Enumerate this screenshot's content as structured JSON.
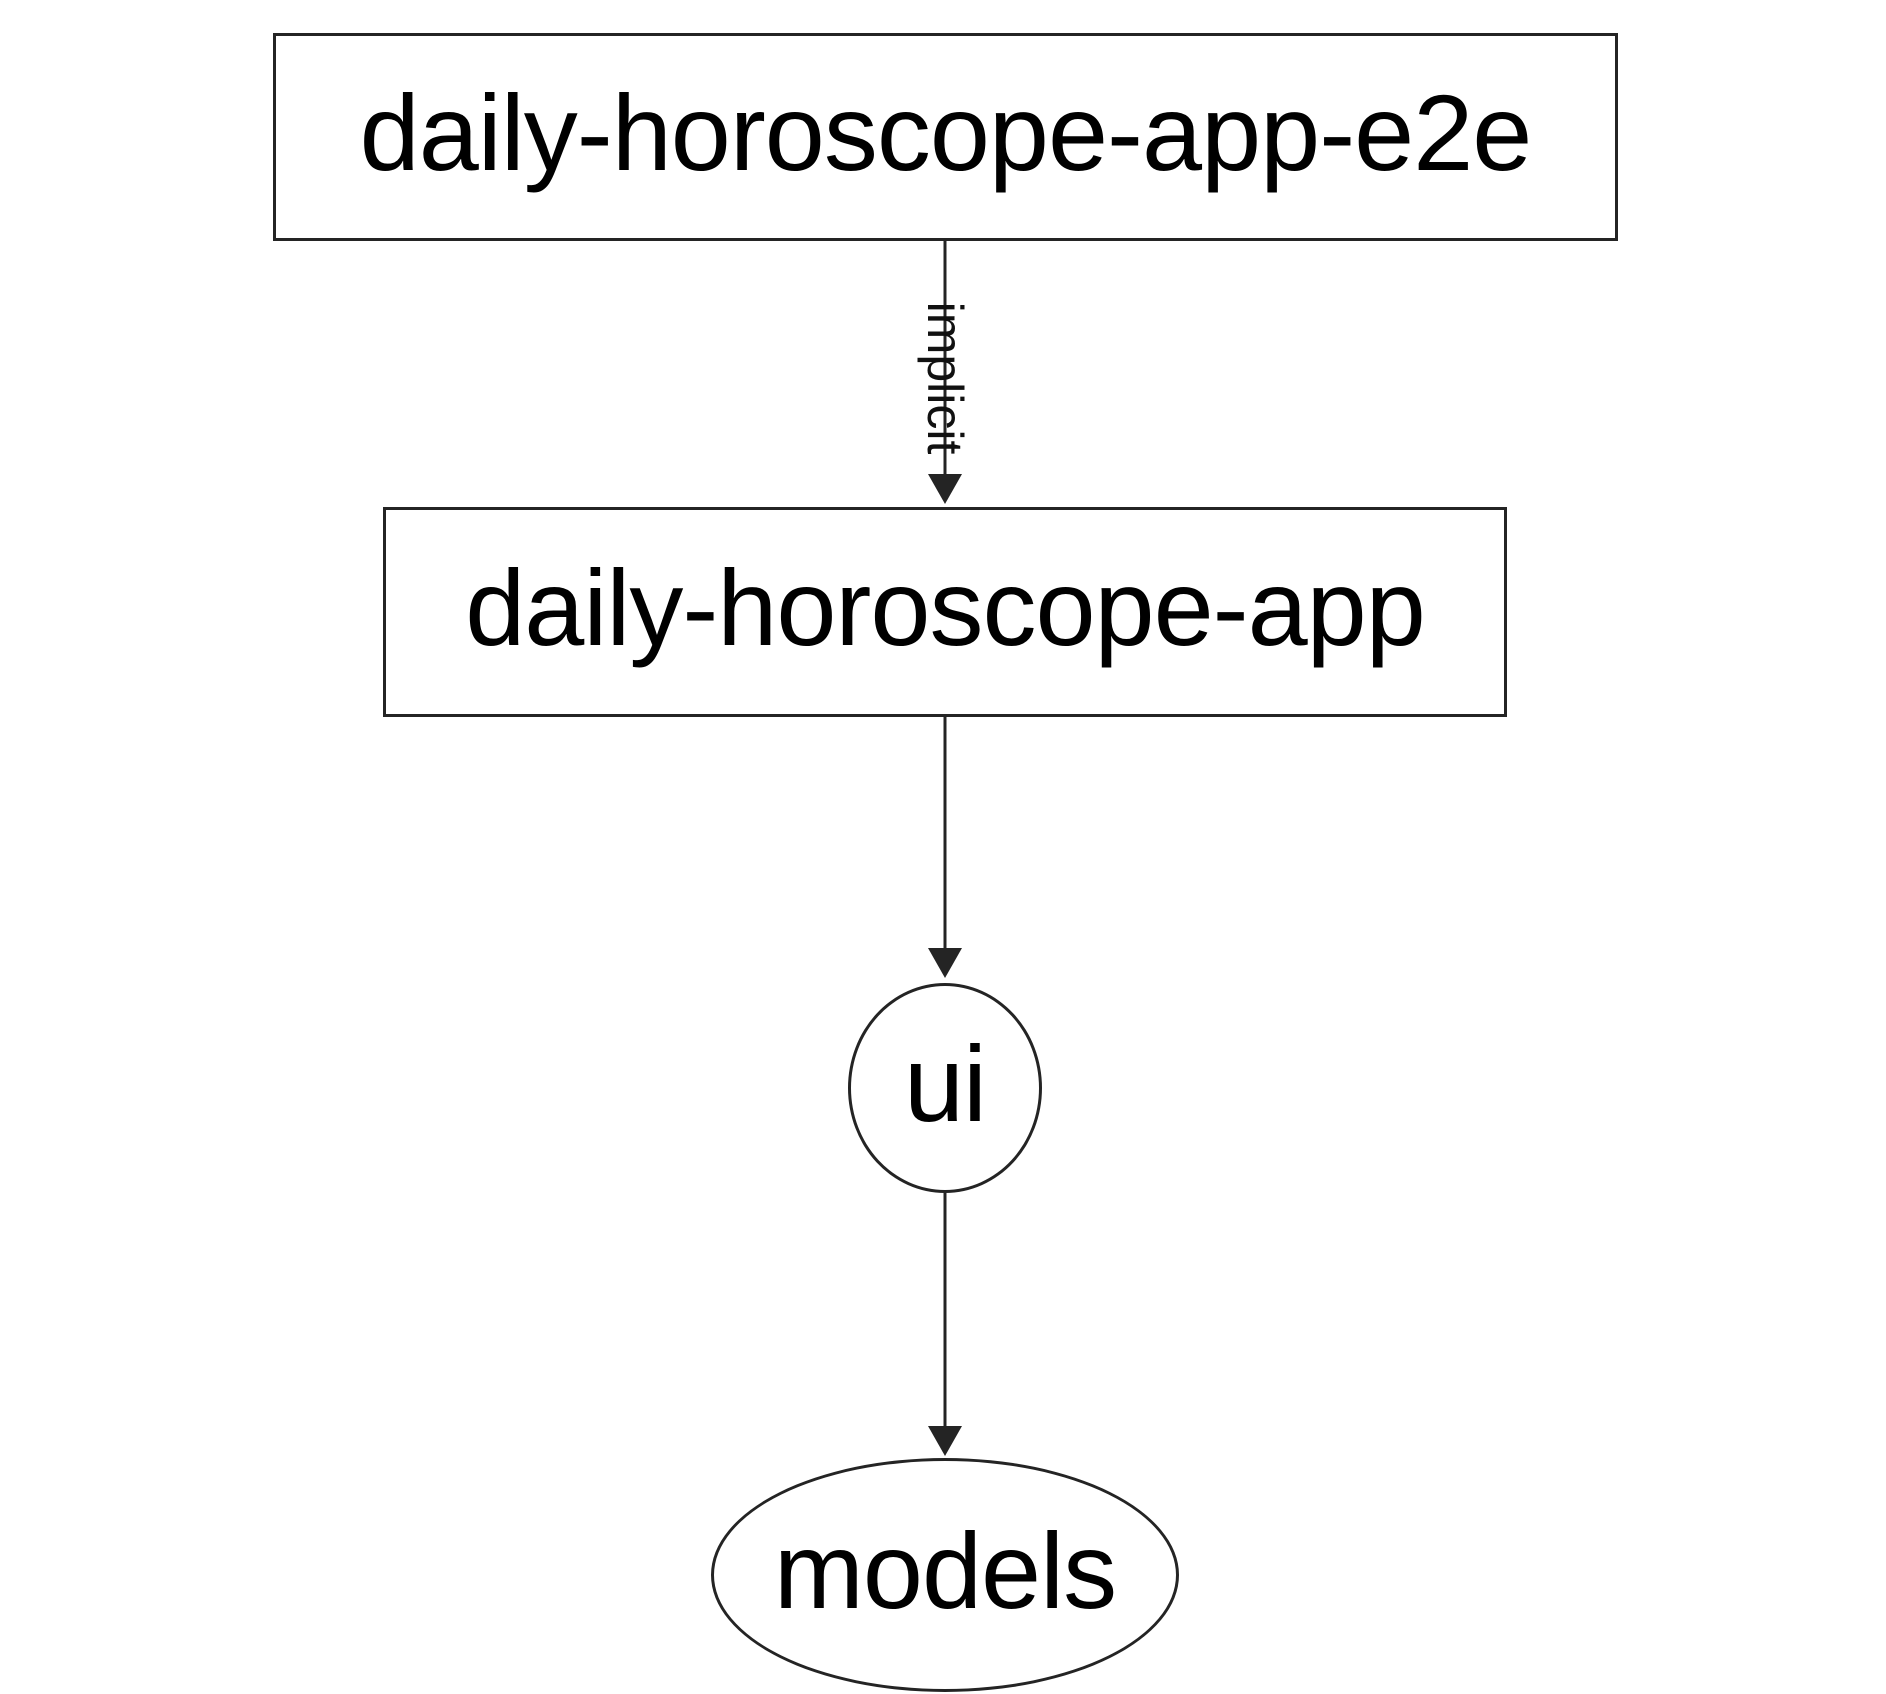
{
  "diagram": {
    "type": "dependency-graph",
    "nodes": [
      {
        "id": "daily-horoscope-app-e2e",
        "label": "daily-horoscope-app-e2e",
        "shape": "rectangle"
      },
      {
        "id": "daily-horoscope-app",
        "label": "daily-horoscope-app",
        "shape": "rectangle"
      },
      {
        "id": "ui",
        "label": "ui",
        "shape": "circle"
      },
      {
        "id": "models",
        "label": "models",
        "shape": "ellipse"
      }
    ],
    "edges": [
      {
        "from": "daily-horoscope-app-e2e",
        "to": "daily-horoscope-app",
        "label": "implicit",
        "direction": "down"
      },
      {
        "from": "daily-horoscope-app",
        "to": "ui",
        "label": "",
        "direction": "down"
      },
      {
        "from": "ui",
        "to": "models",
        "label": "",
        "direction": "down"
      }
    ],
    "colors": {
      "background": "#ffffff",
      "node_fill": "#ffffff",
      "stroke": "#242424",
      "text": "#000000"
    }
  }
}
